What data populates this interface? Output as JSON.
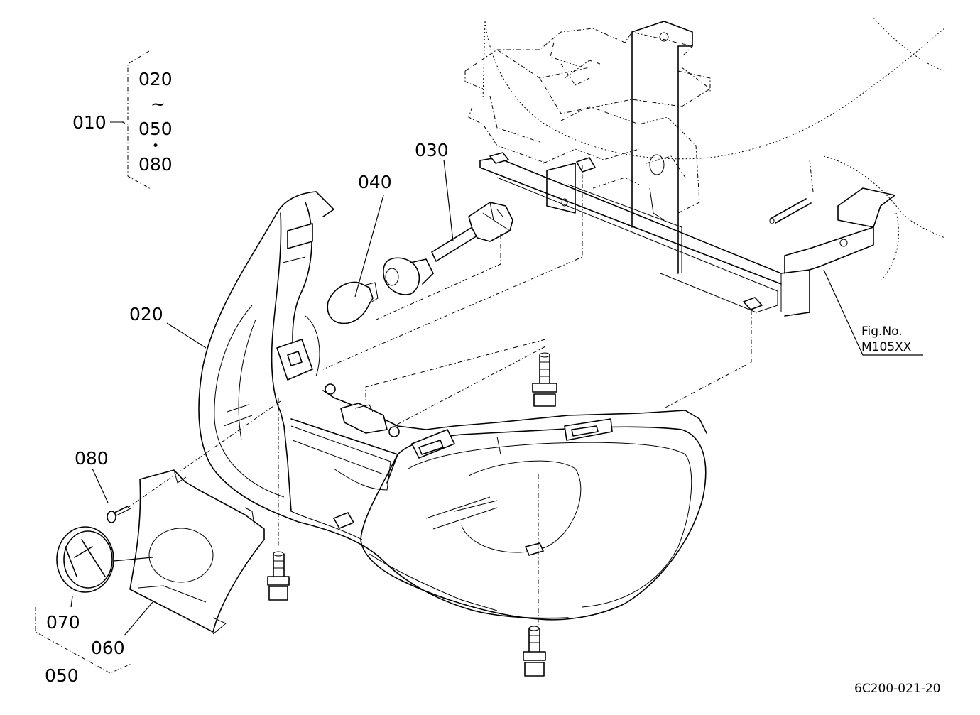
{
  "labels": {
    "p010": "010",
    "p020_group": "020",
    "tilde": "~",
    "p050_group": "050",
    "bullet": "•",
    "p080_group": "080",
    "p040": "040",
    "p030": "030",
    "p020": "020",
    "p080": "080",
    "p070": "070",
    "p060": "060",
    "p050": "050"
  },
  "figure_ref": {
    "line1": "Fig.No.",
    "line2": "M105XX"
  },
  "drawing_number": "6C200-021-20"
}
